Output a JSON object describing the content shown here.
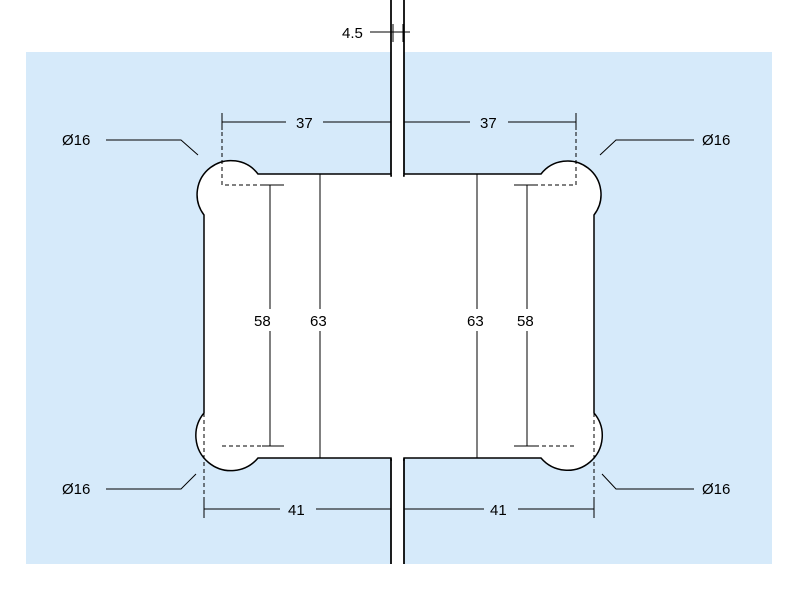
{
  "colors": {
    "background_panel": "#d6eafa",
    "glass_gap": "#ffffff",
    "plate": "#ffffff",
    "stroke": "#000000"
  },
  "dimensions": {
    "gap": "4.5",
    "top_left_width": "37",
    "top_right_width": "37",
    "bottom_left_width": "41",
    "bottom_right_width": "41",
    "left_inner_height": "58",
    "left_outer_height": "63",
    "right_outer_height": "63",
    "right_inner_height": "58",
    "hole_top_left": "Ø16",
    "hole_top_right": "Ø16",
    "hole_bottom_left": "Ø16",
    "hole_bottom_right": "Ø16"
  }
}
